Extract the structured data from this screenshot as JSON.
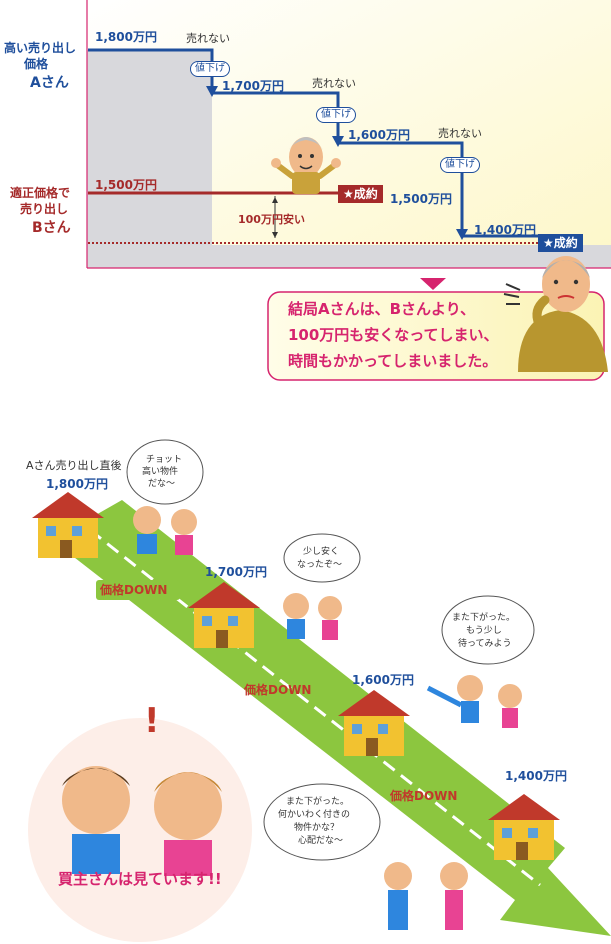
{
  "top": {
    "a_label": [
      "高い売り出し",
      "価格",
      "Aさん"
    ],
    "b_label": [
      "適正価格で",
      "売り出し",
      "Bさん"
    ],
    "prices": {
      "p1800": "1,800万円",
      "p1700": "1,700万円",
      "p1600": "1,600万円",
      "p1500a": "1,500万円",
      "p1400": "1,400万円",
      "p1500b": "1,500万円"
    },
    "unsold": [
      "売れない",
      "売れない",
      "売れない"
    ],
    "reduce": [
      "値下げ",
      "値下げ",
      "値下げ"
    ],
    "deal_b": "★成約",
    "deal_a": "★成約",
    "diff": "100万円安い",
    "summary": [
      "結局Aさんは、Bさんより、",
      "100万円も安くなってしまい、",
      "時間もかかってしまいました。"
    ]
  },
  "bottom": {
    "start_label": "Aさん売り出し直後",
    "prices": [
      "1,800万円",
      "1,700万円",
      "1,600万円",
      "1,400万円"
    ],
    "down_labels": [
      "価格DOWN",
      "価格DOWN",
      "価格DOWN"
    ],
    "bubble1": [
      "チョット",
      "高い物件",
      "だな～"
    ],
    "bubble2": [
      "少し安く",
      "なったぞ～"
    ],
    "bubble3": [
      "また下がった。",
      "もう少し",
      "待ってみよう"
    ],
    "bubble4": [
      "また下がった。",
      "何かいわく付きの",
      "物件かな？",
      "心配だな～"
    ],
    "watching": "買主さんは見ています!!"
  },
  "colors": {
    "blue": "#1f4f9c",
    "red": "#a52a2a",
    "magenta": "#d6246e",
    "road": "#8cc63f"
  }
}
